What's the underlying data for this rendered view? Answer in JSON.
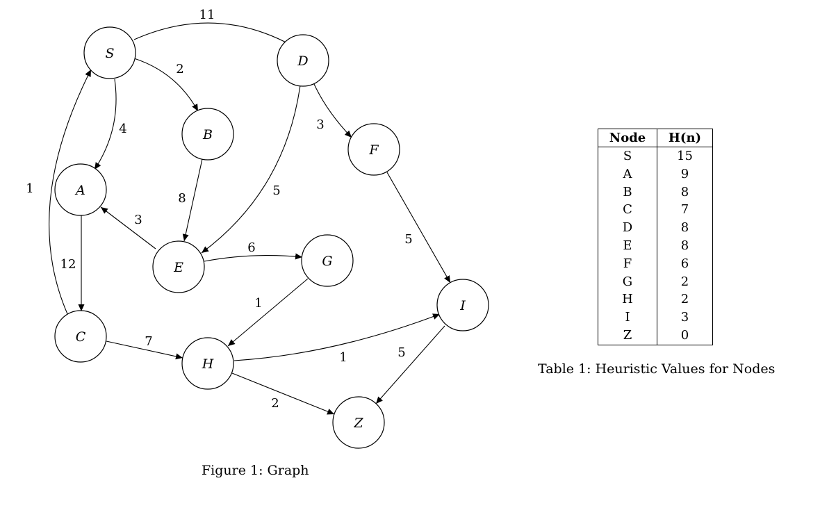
{
  "graph": {
    "nodes": [
      "S",
      "D",
      "B",
      "F",
      "A",
      "E",
      "G",
      "I",
      "C",
      "H",
      "Z"
    ],
    "edges": [
      {
        "from": "S",
        "to": "D",
        "weight": "11"
      },
      {
        "from": "S",
        "to": "B",
        "weight": "2"
      },
      {
        "from": "S",
        "to": "A",
        "weight": "4"
      },
      {
        "from": "D",
        "to": "F",
        "weight": "3"
      },
      {
        "from": "D",
        "to": "E",
        "weight": "5"
      },
      {
        "from": "B",
        "to": "E",
        "weight": "8"
      },
      {
        "from": "F",
        "to": "I",
        "weight": "5"
      },
      {
        "from": "C",
        "to": "S",
        "weight": "1"
      },
      {
        "from": "A",
        "to": "C",
        "weight": "12"
      },
      {
        "from": "E",
        "to": "A",
        "weight": "3"
      },
      {
        "from": "E",
        "to": "G",
        "weight": "6"
      },
      {
        "from": "G",
        "to": "H",
        "weight": "1"
      },
      {
        "from": "C",
        "to": "H",
        "weight": "7"
      },
      {
        "from": "H",
        "to": "I",
        "weight": "1"
      },
      {
        "from": "I",
        "to": "Z",
        "weight": "5"
      },
      {
        "from": "H",
        "to": "Z",
        "weight": "2"
      }
    ]
  },
  "figure_caption": "Figure 1: Graph",
  "table": {
    "headers": [
      "Node",
      "H(n)"
    ],
    "rows": [
      [
        "S",
        "15"
      ],
      [
        "A",
        "9"
      ],
      [
        "B",
        "8"
      ],
      [
        "C",
        "7"
      ],
      [
        "D",
        "8"
      ],
      [
        "E",
        "8"
      ],
      [
        "F",
        "6"
      ],
      [
        "G",
        "2"
      ],
      [
        "H",
        "2"
      ],
      [
        "I",
        "3"
      ],
      [
        "Z",
        "0"
      ]
    ],
    "caption": "Table 1: Heuristic Values for Nodes"
  }
}
